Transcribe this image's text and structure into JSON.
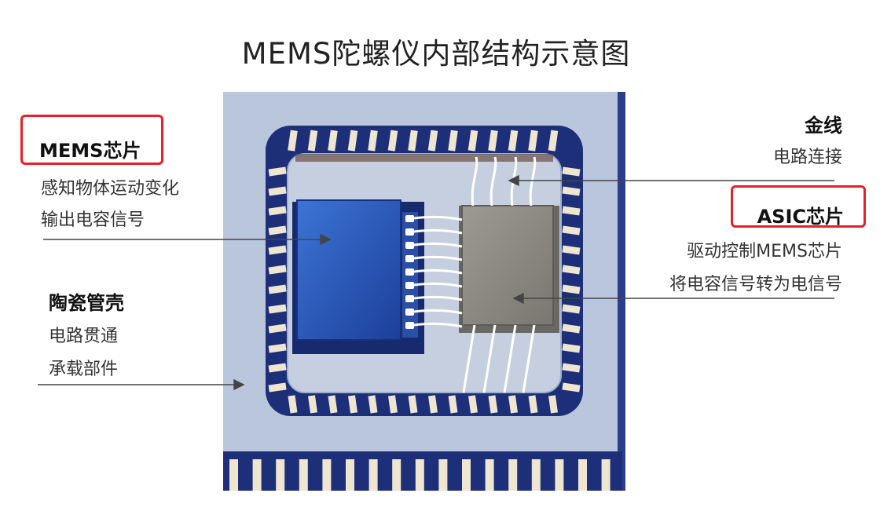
{
  "title": "MEMS陀螺仪内部结构示意图",
  "labels": {
    "mems_chip": {
      "title": "MEMS芯片",
      "lines": [
        "感知物体运动变化",
        "输出电容信号"
      ]
    },
    "ceramic_shell": {
      "title": "陶瓷管壳",
      "lines": [
        "电路贯通",
        "承载部件"
      ]
    },
    "gold_wire": {
      "title": "金线",
      "lines": [
        "电路连接"
      ]
    },
    "asic_chip": {
      "title": "ASIC芯片",
      "lines": [
        "驱动控制MEMS芯片",
        "将电容信号转为电信号"
      ]
    }
  },
  "colors": {
    "highlight_box": "#e8202a",
    "package": "#b9c6dc",
    "pad_dark": "#1e2f7a",
    "pad_light": "#efe6d2",
    "mems_die": "#2f5fc0",
    "asic_die": "#8e8b86",
    "wire": "#ffffff"
  }
}
